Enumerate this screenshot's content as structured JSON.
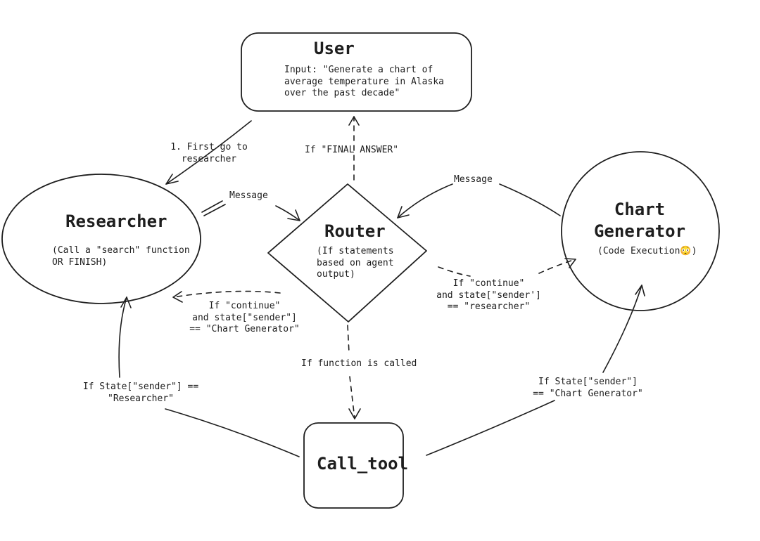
{
  "nodes": {
    "user": {
      "title": "User",
      "description": "Input: \"Generate a chart of\naverage temperature in Alaska\nover the past decade\""
    },
    "researcher": {
      "title": "Researcher",
      "description": "(Call a \"search\" function\nOR FINISH)"
    },
    "router": {
      "title": "Router",
      "description": "(If statements\nbased on agent\noutput)"
    },
    "chart_generator": {
      "title": "Chart\nGenerator",
      "description": "(Code Execution😳)"
    },
    "call_tool": {
      "title": "Call_tool"
    }
  },
  "edges": {
    "user_to_researcher": "1. First go to\nresearcher",
    "router_to_user": "If \"FINAL ANSWER\"",
    "researcher_to_router": "Message",
    "chart_to_router": "Message",
    "router_to_researcher": "If \"continue\"\nand state[\"sender\"]\n== \"Chart Generator\"",
    "router_to_chart": "If \"continue\"\nand state[\"sender']\n== \"researcher\"",
    "router_to_call_tool": "If function is called",
    "call_tool_to_researcher": "If State[\"sender\"] ==\n\"Researcher\"",
    "call_tool_to_chart": "If State[\"sender\"]\n== \"Chart Generator\""
  }
}
